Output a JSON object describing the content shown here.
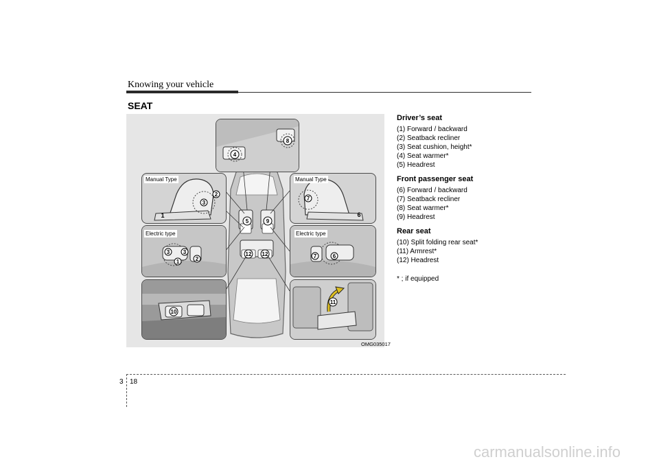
{
  "header": {
    "title": "Knowing your vehicle"
  },
  "section": {
    "title": "SEAT"
  },
  "figure": {
    "code": "OMG035017",
    "labels": {
      "manual_left": "Manual Type",
      "manual_right": "Manual Type",
      "electric_left": "Electric type",
      "electric_right": "Electric type"
    },
    "callouts": {
      "c1": "1",
      "c2": "2",
      "c3": "3",
      "c4": "4",
      "c5": "5",
      "c6": "6",
      "c7": "7",
      "c8": "8",
      "c9": "9",
      "c10": "10",
      "c11": "11",
      "c12": "12"
    }
  },
  "legend": {
    "groups": [
      {
        "heading": "Driver’s seat",
        "items": [
          "(1) Forward / backward",
          "(2) Seatback recliner",
          "(3) Seat cushion, height*",
          "(4) Seat warmer*",
          "(5) Headrest"
        ]
      },
      {
        "heading": "Front passenger seat",
        "items": [
          "(6) Forward / backward",
          "(7) Seatback recliner",
          "(8) Seat warmer*",
          "(9) Headrest"
        ]
      },
      {
        "heading": "Rear seat",
        "items": [
          "(10) Split folding rear seat*",
          "(11) Armrest*",
          "(12) Headrest"
        ]
      }
    ],
    "note": "* ; if equipped"
  },
  "footer": {
    "chapter": "3",
    "page": "18"
  },
  "watermark": "carmanualsonline.info"
}
